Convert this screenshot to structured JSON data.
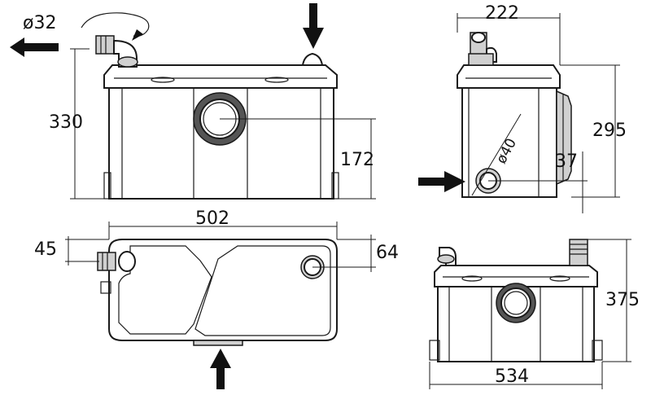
{
  "labels": {
    "diam_outlet": "ø32",
    "height_front": "330",
    "inlet_height": "172",
    "depth_side": "222",
    "height_side": "295",
    "side_inlet_height": "37",
    "side_inlet_diam": "ø40",
    "length_top": "502",
    "top_left_offset": "45",
    "top_right_offset": "64",
    "height_back": "375",
    "length_back": "534"
  }
}
